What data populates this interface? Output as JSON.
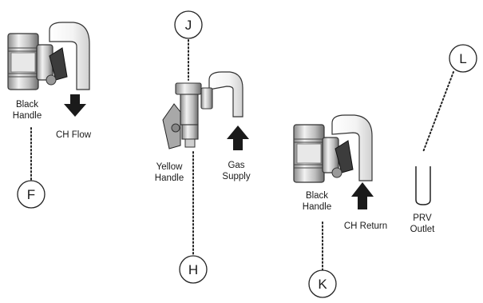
{
  "diagram": {
    "connectors": [
      {
        "id": "F",
        "letter": "F"
      },
      {
        "id": "J",
        "letter": "J"
      },
      {
        "id": "H",
        "letter": "H"
      },
      {
        "id": "K",
        "letter": "K"
      },
      {
        "id": "L",
        "letter": "L"
      }
    ],
    "labels": {
      "black_handle_left_l1": "Black",
      "black_handle_left_l2": "Handle",
      "ch_flow": "CH Flow",
      "yellow_handle_l1": "Yellow",
      "yellow_handle_l2": "Handle",
      "gas_supply_l1": "Gas",
      "gas_supply_l2": "Supply",
      "black_handle_right_l1": "Black",
      "black_handle_right_l2": "Handle",
      "ch_return": "CH Return",
      "prv_l1": "PRV",
      "prv_l2": "Outlet"
    }
  }
}
